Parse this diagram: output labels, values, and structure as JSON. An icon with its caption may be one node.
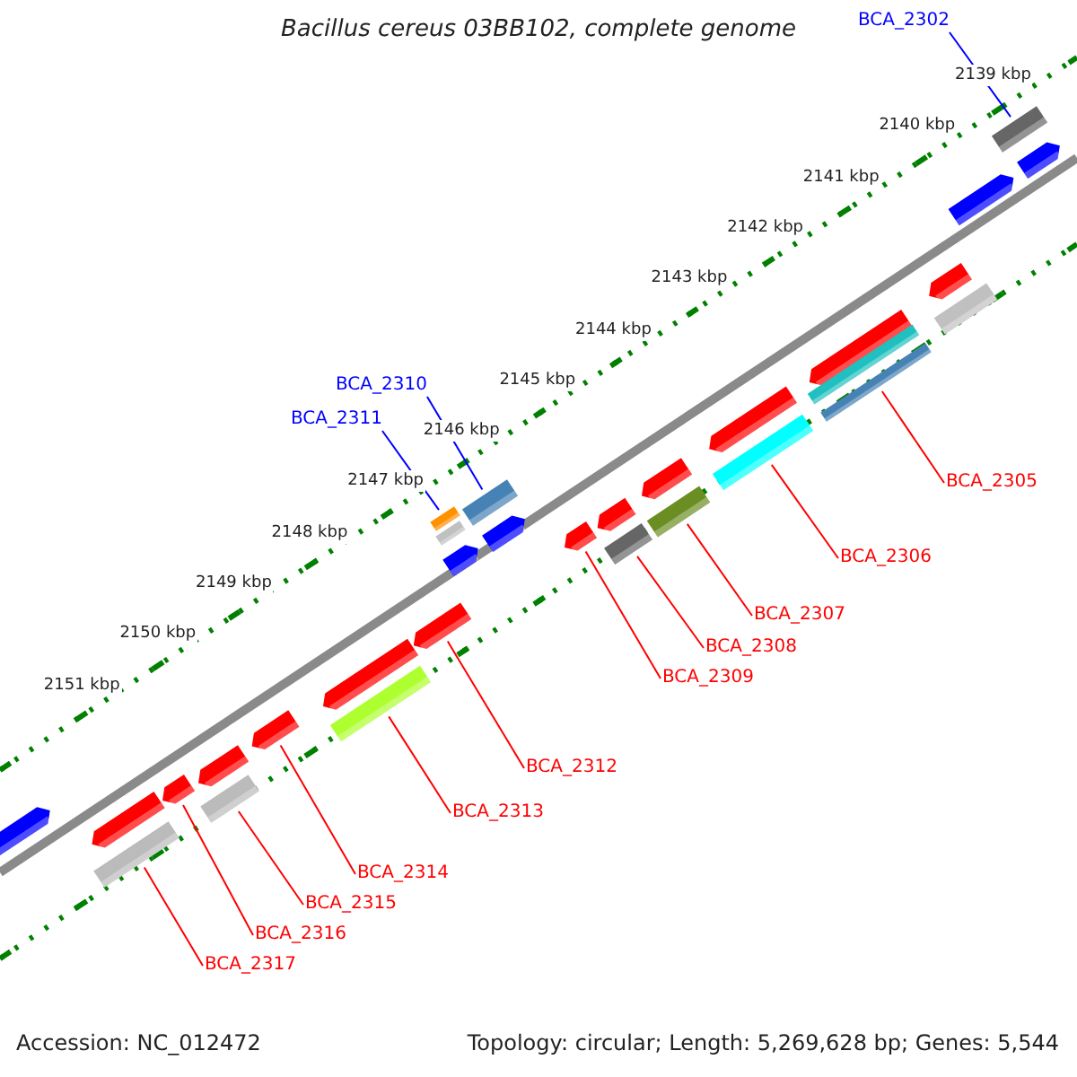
{
  "diagram": {
    "title": "Bacillus cereus 03BB102, complete genome",
    "nodes": [
      {
        "text": [
          "BCA_2302"
        ]
      },
      {
        "text": [
          "BCA_2310"
        ]
      },
      {
        "text": [
          "BCA_2311"
        ]
      },
      {
        "text": [
          "BCA_2305"
        ]
      },
      {
        "text": [
          "BCA_2306"
        ]
      },
      {
        "text": [
          "BCA_2307"
        ]
      },
      {
        "text": [
          "BCA_2308"
        ]
      },
      {
        "text": [
          "BCA_2309"
        ]
      },
      {
        "text": [
          "BCA_2312"
        ]
      },
      {
        "text": [
          "BCA_2313"
        ]
      },
      {
        "text": [
          "BCA_2314"
        ]
      },
      {
        "text": [
          "BCA_2315"
        ]
      },
      {
        "text": [
          "BCA_2316"
        ]
      },
      {
        "text": [
          "BCA_2317"
        ]
      },
      {
        "text": [],
        "shape": "box"
      },
      {
        "text": [],
        "shape": "box"
      },
      {
        "text": [],
        "shape": "box"
      },
      {
        "text": [],
        "shape": "bar"
      },
      {
        "text": [],
        "shape": "box"
      },
      {
        "text": [],
        "shape": "box"
      },
      {
        "text": [],
        "shape": "box"
      },
      {
        "text": [],
        "shape": "arrow"
      },
      {
        "text": [],
        "shape": "arrow"
      },
      {
        "text": [],
        "shape": "box"
      },
      {
        "text": [],
        "shape": "arrow"
      },
      {
        "text": [],
        "shape": "box"
      },
      {
        "text": [],
        "shape": "arrow"
      },
      {
        "text": [],
        "shape": "box"
      }
    ],
    "edges": [
      {
        "from": 0,
        "to": 14,
        "arrow": "none",
        "color": "#0000ff"
      },
      {
        "from": 1,
        "to": 15,
        "arrow": "none",
        "color": "#0000ff"
      },
      {
        "from": 2,
        "to": 16,
        "arrow": "none",
        "color": "#0000ff"
      },
      {
        "from": 3,
        "to": 17,
        "arrow": "none"
      },
      {
        "from": 4,
        "to": 18,
        "arrow": "none"
      },
      {
        "from": 5,
        "to": 19,
        "arrow": "none"
      },
      {
        "from": 6,
        "to": 20,
        "arrow": "none"
      },
      {
        "from": 7,
        "to": 21,
        "arrow": "none"
      },
      {
        "from": 8,
        "to": 22,
        "arrow": "none"
      },
      {
        "from": 9,
        "to": 23,
        "arrow": "none"
      },
      {
        "from": 10,
        "to": 24,
        "arrow": "none"
      },
      {
        "from": 11,
        "to": 25,
        "arrow": "none"
      },
      {
        "from": 12,
        "to": 26,
        "arrow": "none"
      },
      {
        "from": 13,
        "to": 27,
        "arrow": "none"
      }
    ],
    "labels": [
      "2139 kbp",
      "2140 kbp",
      "2141 kbp",
      "2142 kbp",
      "2143 kbp",
      "2144 kbp",
      "2145 kbp",
      "2146 kbp",
      "2147 kbp",
      "2148 kbp",
      "2149 kbp",
      "2150 kbp",
      "2151 kbp",
      "Accession: NC_012472",
      "Topology: circular; Length: 5,269,628 bp; Genes: 5,544"
    ]
  }
}
